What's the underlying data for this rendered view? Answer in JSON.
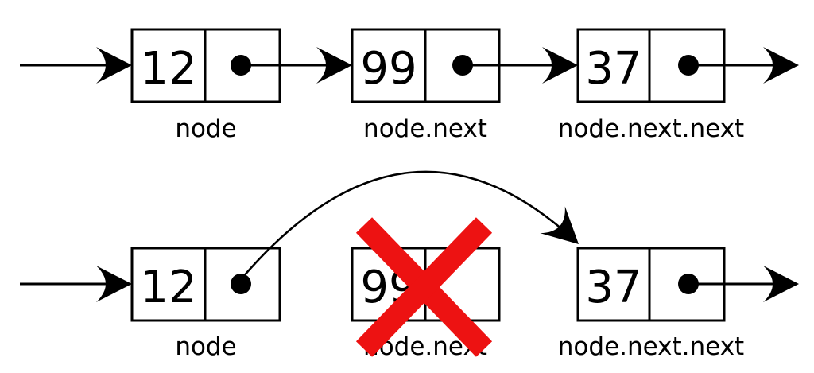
{
  "colors": {
    "stroke_black": "#000000",
    "cross_red": "#ed1212",
    "background": "#ffffff"
  },
  "before": {
    "nodes": [
      {
        "value": "12",
        "label": "node"
      },
      {
        "value": "99",
        "label": "node.next"
      },
      {
        "value": "37",
        "label": "node.next.next"
      }
    ]
  },
  "after": {
    "nodes": [
      {
        "value": "12",
        "label": "node"
      },
      {
        "value": "99",
        "label": "node.next"
      },
      {
        "value": "37",
        "label": "node.next.next"
      }
    ]
  }
}
